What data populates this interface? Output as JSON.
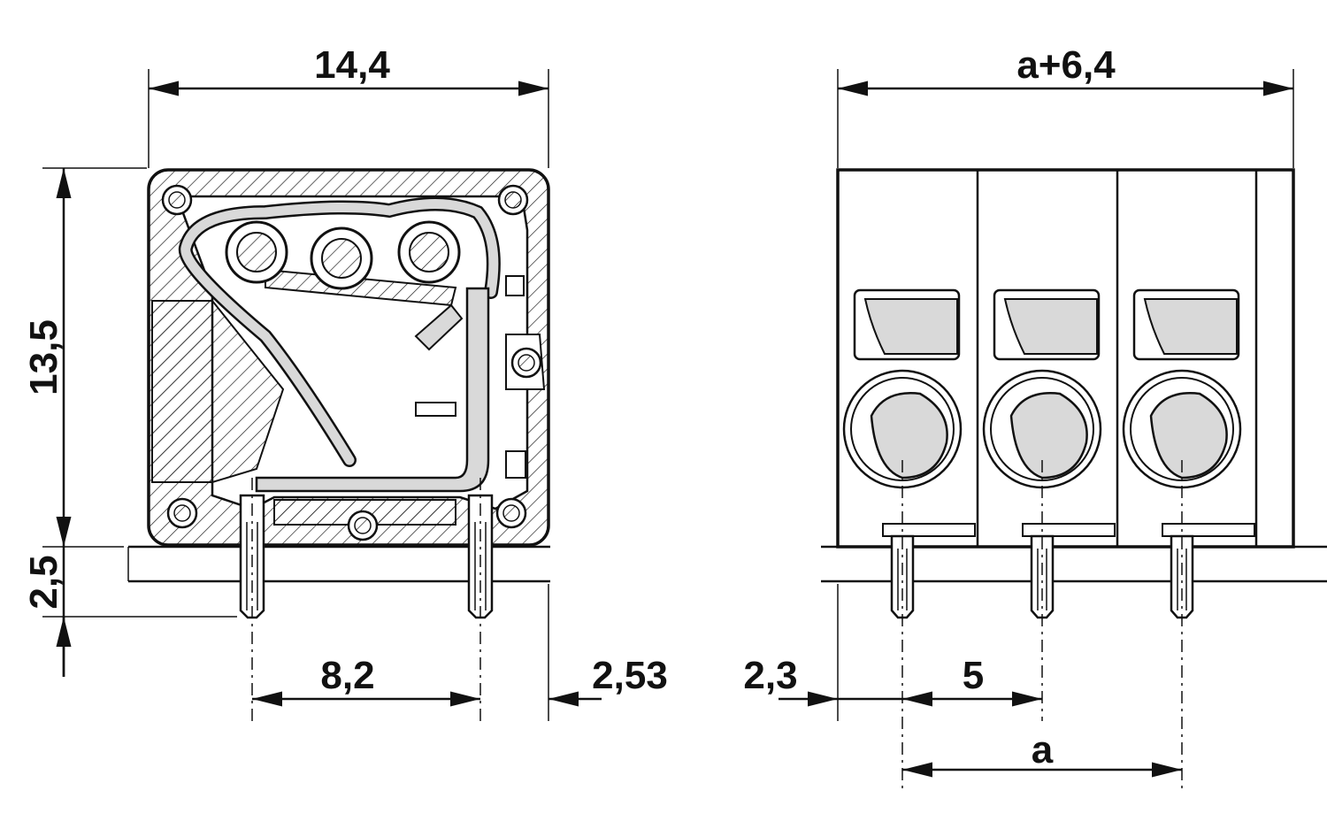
{
  "diagram": {
    "side_view": {
      "width_label": "14,4",
      "height_label": "13,5",
      "pin_length_label": "2,5",
      "pin_pitch_label": "8,2",
      "pin_offset_label": "2,53"
    },
    "front_view": {
      "width_label": "a+6,4",
      "edge_offset_label": "2,3",
      "pitch_label": "5",
      "span_label": "a"
    },
    "colors": {
      "line": "#111111",
      "fill_gray": "#d9d9d9",
      "background": "#ffffff"
    }
  }
}
